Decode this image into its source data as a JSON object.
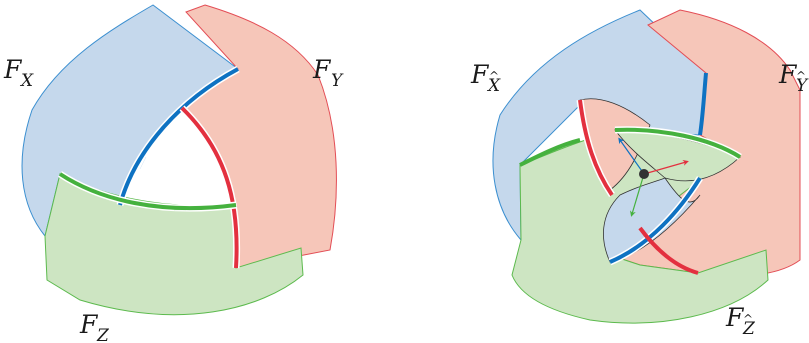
{
  "left_diagram": {
    "labels": [
      {
        "id": "fx",
        "base": "F",
        "sub": "X"
      },
      {
        "id": "fy",
        "base": "F",
        "sub": "Y"
      },
      {
        "id": "fz",
        "base": "F",
        "sub": "Z"
      }
    ]
  },
  "right_diagram": {
    "labels": [
      {
        "id": "fxh",
        "base": "F",
        "sub": "X",
        "hat": "^"
      },
      {
        "id": "fyh",
        "base": "F",
        "sub": "Y",
        "hat": "^"
      },
      {
        "id": "fzh",
        "base": "F",
        "sub": "Z",
        "hat": "^"
      }
    ]
  },
  "colors": {
    "face_x_fill": "#c5d8ec",
    "face_x_stroke": "#3b8fd0",
    "face_y_fill": "#f6c6b9",
    "face_y_stroke": "#e34d55",
    "face_z_fill": "#cde5c2",
    "face_z_stroke": "#5cba4d",
    "edge_blue": "#0e72c2",
    "edge_red": "#e3303f",
    "edge_green": "#45b13e",
    "vertex": "#333333"
  }
}
